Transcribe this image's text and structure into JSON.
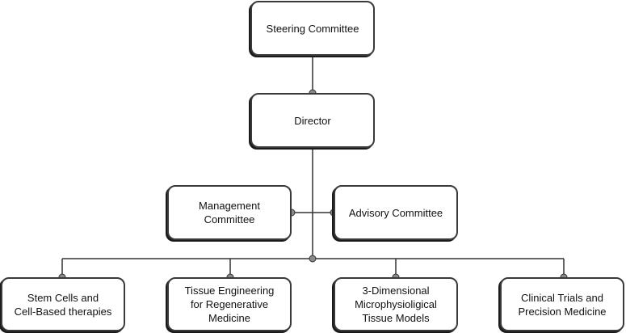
{
  "nodes": {
    "steering": "Steering Committee",
    "director": "Director",
    "management": "Management\nCommittee",
    "advisory": "Advisory Committee",
    "stem_cells": "Stem Cells and\nCell-Based therapies",
    "tissue_engineering": "Tissue Engineering\nfor Regenerative\nMedicine",
    "microphysiological": "3-Dimensional\nMicrophysioligical\nTissue Models",
    "clinical_trials": "Clinical Trials and\nPrecision Medicine"
  }
}
